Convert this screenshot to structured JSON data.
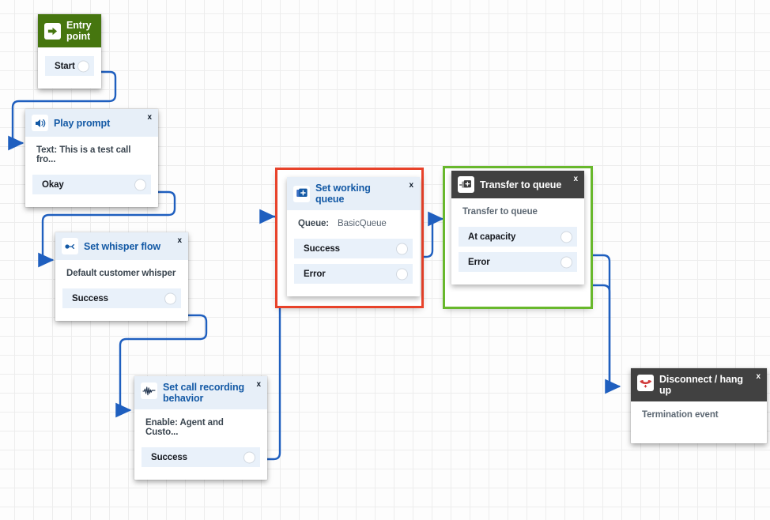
{
  "canvas": {
    "grid_size": 24,
    "background": "#fdfdfd",
    "grid_color": "#ededed",
    "wire_color": "#1f5fbf",
    "accent_blue": "#1359a5",
    "header_blue_bg": "#e7eff8",
    "header_green_bg": "#46760f",
    "header_dark_bg": "#414141",
    "port_bg": "#e9f1fa",
    "selection_red": "#e8422a",
    "selection_green": "#68b82c"
  },
  "nodes": [
    {
      "id": "entry-point",
      "title": "Entry point",
      "icon": "arrow-right-into-box-icon",
      "header_style": "green",
      "close_label": "",
      "body": null,
      "ports": [
        {
          "label": "Start"
        }
      ]
    },
    {
      "id": "play-prompt",
      "title": "Play prompt",
      "icon": "speaker-icon",
      "header_style": "blue",
      "close_label": "x",
      "body": {
        "text": "Text: This is a test call fro..."
      },
      "ports": [
        {
          "label": "Okay"
        }
      ]
    },
    {
      "id": "set-whisper-flow",
      "title": "Set whisper flow",
      "icon": "whisper-flow-icon",
      "header_style": "blue",
      "close_label": "x",
      "body": {
        "text": "Default customer whisper"
      },
      "ports": [
        {
          "label": "Success"
        }
      ]
    },
    {
      "id": "set-call-recording-behavior",
      "title": "Set call recording behavior",
      "icon": "waveform-icon",
      "header_style": "blue",
      "close_label": "x",
      "body": {
        "text": "Enable: Agent and Custo..."
      },
      "ports": [
        {
          "label": "Success"
        }
      ]
    },
    {
      "id": "set-working-queue",
      "title": "Set working queue",
      "icon": "queue-plus-icon",
      "header_style": "blue",
      "close_label": "x",
      "selection": "red",
      "body": {
        "key": "Queue:",
        "value": "BasicQueue"
      },
      "ports": [
        {
          "label": "Success"
        },
        {
          "label": "Error"
        }
      ]
    },
    {
      "id": "transfer-to-queue",
      "title": "Transfer to queue",
      "icon": "transfer-queue-icon",
      "header_style": "dark",
      "close_label": "x",
      "selection": "green",
      "body": {
        "text": "Transfer to queue"
      },
      "ports": [
        {
          "label": "At capacity"
        },
        {
          "label": "Error"
        }
      ]
    },
    {
      "id": "disconnect-hang-up",
      "title": "Disconnect / hang up",
      "icon": "phone-hangup-icon",
      "header_style": "dark",
      "close_label": "x",
      "body": {
        "text": "Termination event"
      },
      "ports": []
    }
  ]
}
